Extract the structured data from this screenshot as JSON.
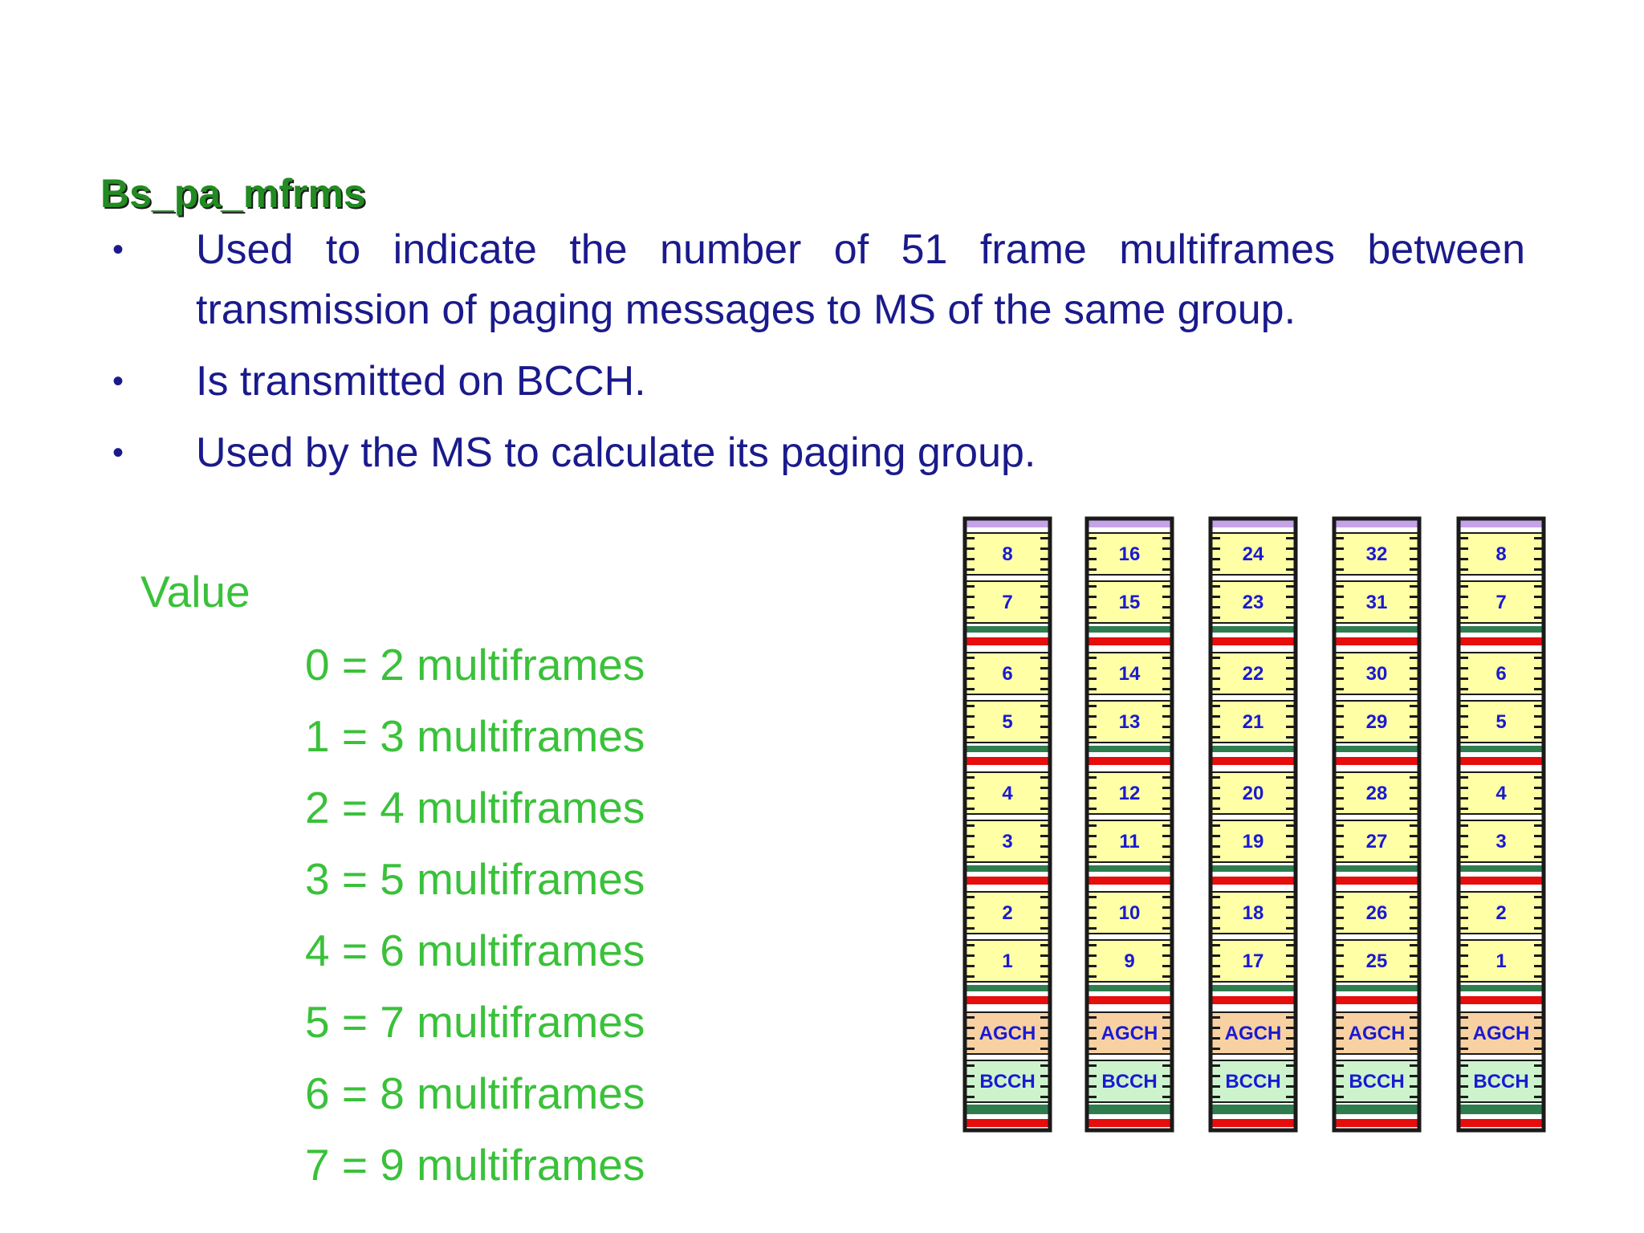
{
  "slide": {
    "title": "Bs_pa_mfrms",
    "bullets": [
      "Used to indicate the number of 51 frame multiframes between transmission of paging messages to MS of the same group.",
      "Is transmitted on BCCH.",
      "Used by the MS to calculate its paging group."
    ],
    "bullet_symbol": "•",
    "values_label": "Value",
    "values": [
      "0 = 2 multiframes",
      "1 = 3 multiframes",
      "2 = 4 multiframes",
      "3 = 5 multiframes",
      "4 = 6 multiframes",
      "5 = 7 multiframes",
      "6 = 8 multiframes",
      "7 = 9 multiframes"
    ]
  },
  "diagram": {
    "multiframes": [
      {
        "labels": [
          "8",
          "7",
          "6",
          "5",
          "4",
          "3",
          "2",
          "1",
          "AGCH",
          "BCCH"
        ]
      },
      {
        "labels": [
          "16",
          "15",
          "14",
          "13",
          "12",
          "11",
          "10",
          "9",
          "AGCH",
          "BCCH"
        ]
      },
      {
        "labels": [
          "24",
          "23",
          "22",
          "21",
          "20",
          "19",
          "18",
          "17",
          "AGCH",
          "BCCH"
        ]
      },
      {
        "labels": [
          "32",
          "31",
          "30",
          "29",
          "28",
          "27",
          "26",
          "25",
          "AGCH",
          "BCCH"
        ]
      },
      {
        "labels": [
          "8",
          "7",
          "6",
          "5",
          "4",
          "3",
          "2",
          "1",
          "AGCH",
          "BCCH"
        ]
      }
    ],
    "colors": {
      "paging_block": "#ffffa6",
      "agch_block": "#f8d1a2",
      "bcch_block": "#cdf3cd",
      "idle_top": "#c4a3e6",
      "fcch_bar": "#e60d0d",
      "sch_bar": "#2e7d4f",
      "outline": "#1a1a1a",
      "label_text": "#1a1ad1"
    }
  }
}
